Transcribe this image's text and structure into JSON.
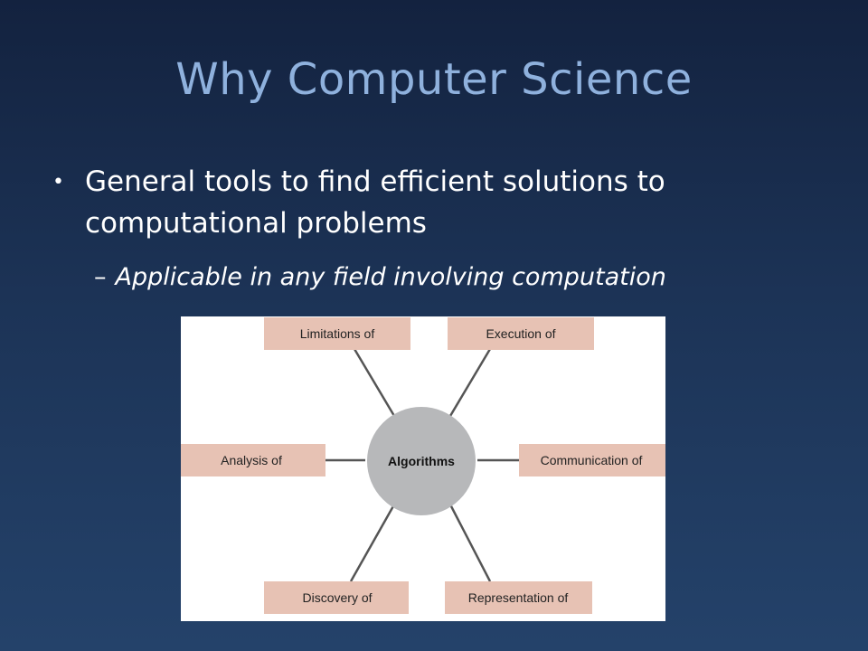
{
  "slide": {
    "title": "Why Computer Science",
    "bullet": "General tools to find efficient solutions to computational problems",
    "sub_bullet_dash": "–",
    "sub_bullet": "Applicable in any field involving computation"
  },
  "diagram": {
    "center": "Algorithms",
    "nodes": {
      "limitations": "Limitations of",
      "execution": "Execution of",
      "analysis": "Analysis of",
      "communication": "Communication of",
      "discovery": "Discovery of",
      "representation": "Representation of"
    },
    "colors": {
      "box_fill": "#e7c2b4",
      "circle_fill": "#b7b8ba",
      "connector": "#555555"
    }
  }
}
